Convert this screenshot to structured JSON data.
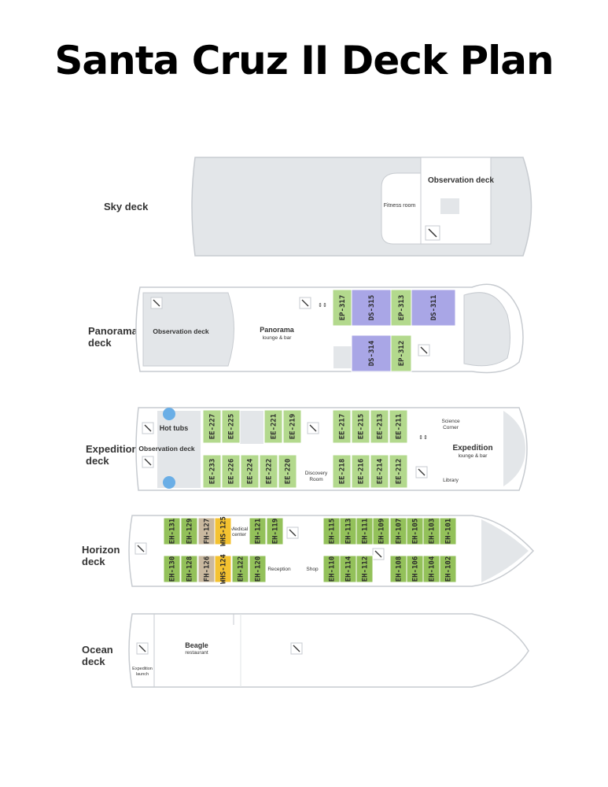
{
  "title": "Santa Cruz II Deck Plan",
  "colors": {
    "hull": "#ffffff",
    "hull_stroke": "#c7cbd0",
    "open_area": "#e3e6e9",
    "suite_purple": "#a9a6e6",
    "cabin_green_light": "#b3d98d",
    "cabin_green_dark": "#93c15a",
    "cabin_tan": "#c9b89f",
    "cabin_yellow": "#f4c230",
    "hot_tub": "#6aaee6"
  },
  "icons": [
    "stairs-icon",
    "elevator-icon"
  ],
  "decks": {
    "sky": {
      "name": "Sky deck",
      "labels": {
        "observation": "Observation deck",
        "fitness": "Fitness room"
      }
    },
    "panorama": {
      "name": "Panorama deck",
      "labels": {
        "observation": "Observation deck",
        "lounge_title": "Panorama",
        "lounge_sub": "lounge & bar"
      },
      "cabins": [
        "EP-317",
        "DS-315",
        "EP-313",
        "DS-311",
        "DS-314",
        "EP-312"
      ]
    },
    "expedition": {
      "name": "Expedition deck",
      "labels": {
        "hot_tubs": "Hot tubs",
        "observation": "Observation deck",
        "discovery": "Discovery Room",
        "science": "Science Corner",
        "lounge_title": "Expedition",
        "lounge_sub": "lounge & bar",
        "library": "Library"
      },
      "cabins_top": [
        "EE-227",
        "EE-225",
        "EE-221",
        "EE-219",
        "EE-217",
        "EE-215",
        "EE-213",
        "EE-211"
      ],
      "cabins_bottom": [
        "EE-233",
        "EE-226",
        "EE-224",
        "EE-222",
        "EE-220",
        "EE-218",
        "EE-216",
        "EE-214",
        "EE-212"
      ]
    },
    "horizon": {
      "name": "Horizon deck",
      "labels": {
        "medical": "Medical center",
        "reception": "Reception",
        "shop": "Shop"
      },
      "cabins_top": [
        "EH-131",
        "EH-129",
        "FH-127",
        "WHS-125",
        "EH-121",
        "EH-119",
        "EH-115",
        "EH-113",
        "EH-111",
        "EH-109",
        "EH-107",
        "EH-105",
        "EH-103",
        "EH-101"
      ],
      "cabins_bottom": [
        "EH-130",
        "EH-128",
        "FH-126",
        "WHS-124",
        "EH-122",
        "EH-120",
        "EH-110",
        "EH-114",
        "EH-112",
        "EH-108",
        "EH-106",
        "EH-104",
        "EH-102"
      ]
    },
    "ocean": {
      "name": "Ocean deck",
      "labels": {
        "beagle_title": "Beagle",
        "beagle_sub": "restaurant",
        "launch": "Expedition launch"
      }
    }
  }
}
